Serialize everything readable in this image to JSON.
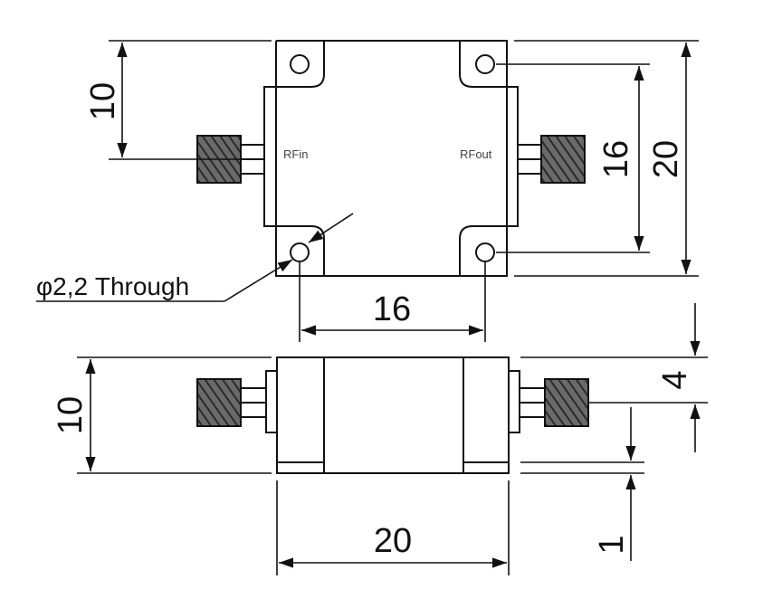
{
  "drawing": {
    "top_view": {
      "port_in_label": "RFin",
      "port_out_label": "RFout",
      "hole_callout": "φ2,2 Through",
      "dim_left_height": "10",
      "dim_hole_spacing_vertical": "16",
      "dim_overall_height": "20",
      "dim_hole_spacing_horizontal": "16"
    },
    "side_view": {
      "dim_height": "10",
      "dim_connector_offset": "4",
      "dim_base_thickness": "1",
      "dim_overall_width": "20"
    }
  },
  "colors": {
    "line": "#111111",
    "hatch_fill": "#555555",
    "background": "#ffffff"
  }
}
